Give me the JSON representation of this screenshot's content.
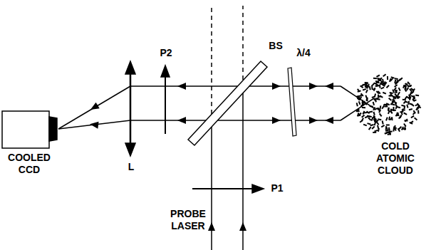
{
  "diagram": {
    "labels": [
      "COOLED CCD",
      "L",
      "P2",
      "BS",
      "λ/4",
      "COLD ATOMIC CLOUD",
      "P1",
      "PROBE LASER"
    ]
  }
}
